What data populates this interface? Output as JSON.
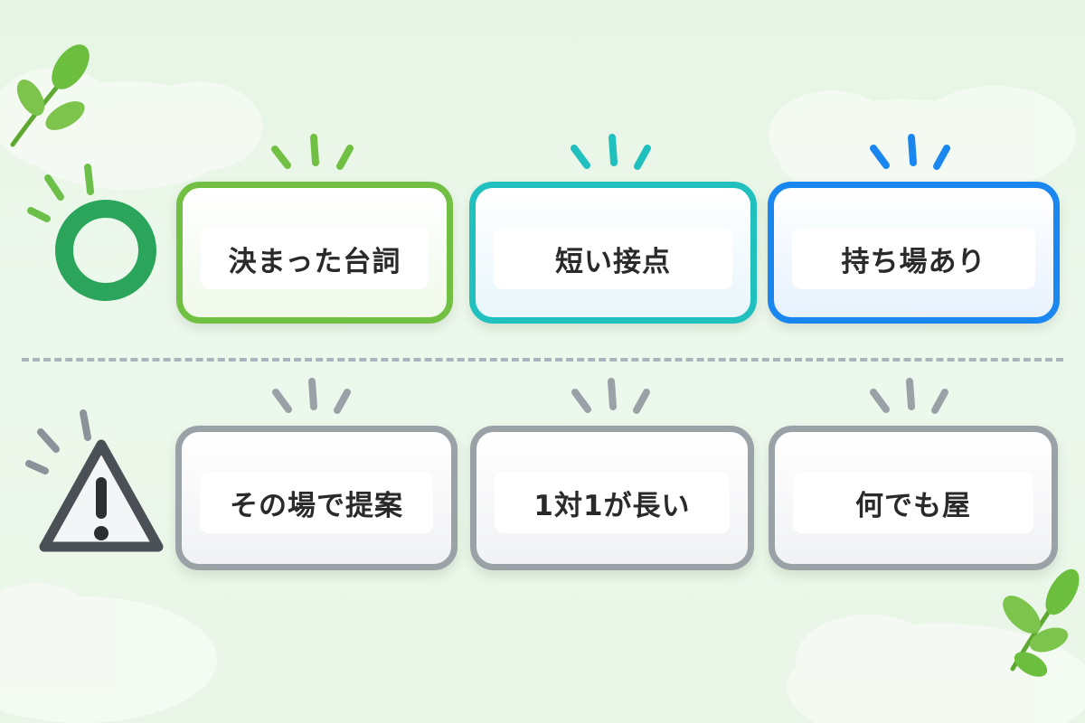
{
  "rows": [
    {
      "kind": "good",
      "marker_icon": "circle-mark-icon",
      "accent": "#2aa55b",
      "cards": [
        {
          "text": "決まった台詞",
          "color": "#72c043"
        },
        {
          "text": "短い接点",
          "color": "#1fc0bd"
        },
        {
          "text": "持ち場あり",
          "color": "#1a86f0"
        }
      ]
    },
    {
      "kind": "caution",
      "marker_icon": "warning-triangle-icon",
      "accent": "#4a5056",
      "cards": [
        {
          "text": "その場で提案",
          "color": "#9aa1a7"
        },
        {
          "text": "1対1が長い",
          "color": "#9aa1a7"
        },
        {
          "text": "何でも屋",
          "color": "#9aa1a7"
        }
      ]
    }
  ],
  "decor": {
    "leaf_color": "#7cc242",
    "cloud_color": "#f6fbf5"
  }
}
